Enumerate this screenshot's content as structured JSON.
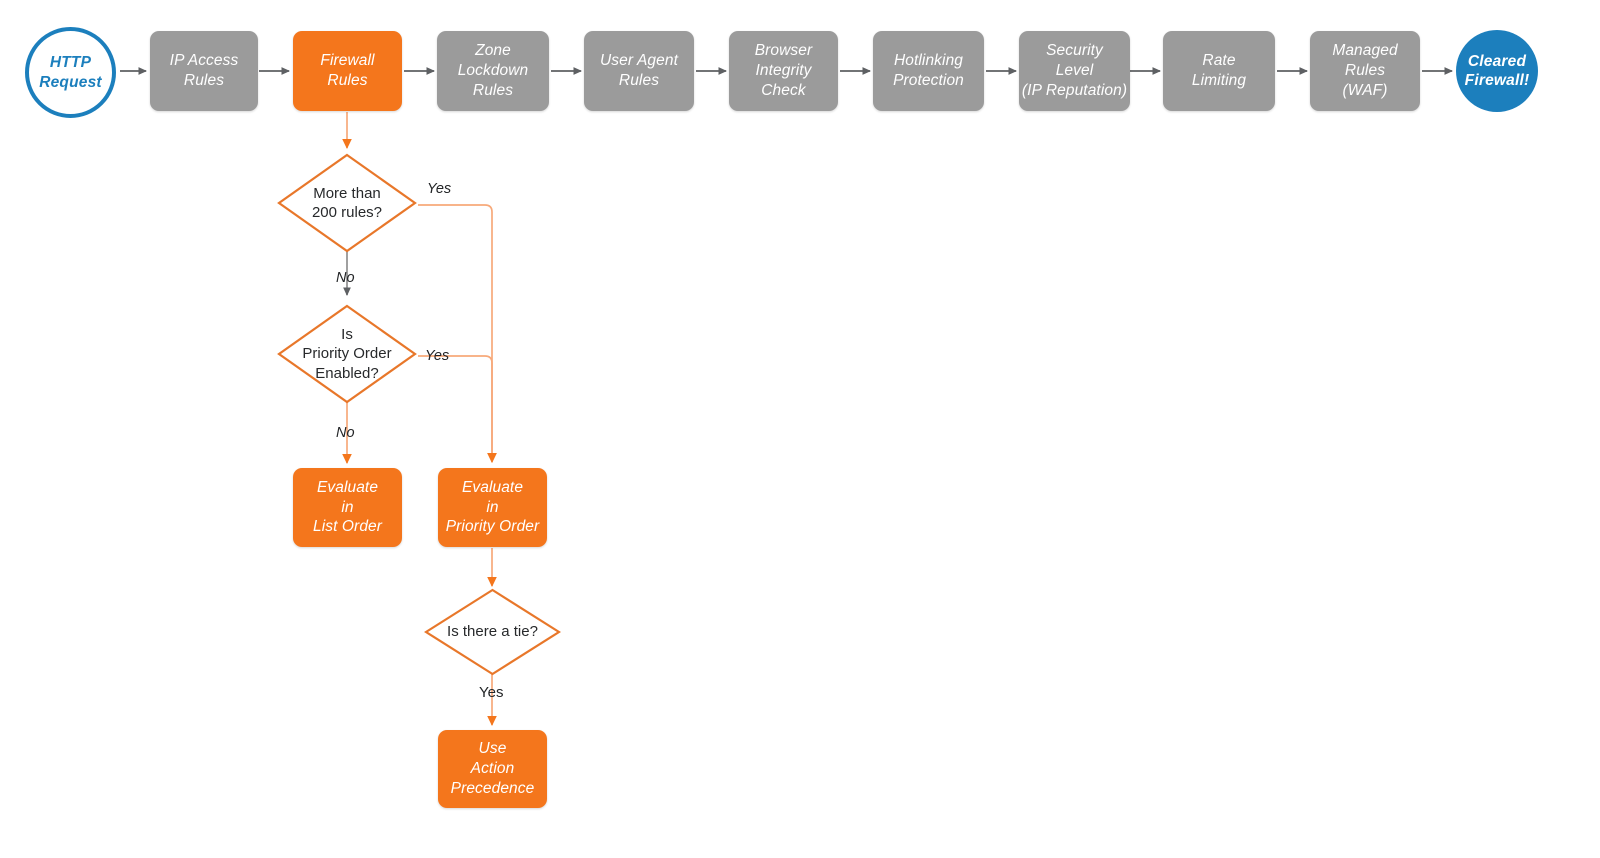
{
  "diagram": {
    "title": "Cloudflare firewall rules evaluation order flowchart",
    "colors": {
      "orange": "#F4761C",
      "orange_light": "#F7A97A",
      "gray": "#9b9b9b",
      "gray_arrow": "#5e6063",
      "blue": "#1C7FBD",
      "text_dark": "#27292b",
      "white": "#ffffff"
    }
  },
  "pipeline": {
    "start": {
      "label": "HTTP\nRequest",
      "shape": "circle-outline",
      "color": "#1C7FBD"
    },
    "stages": [
      {
        "label": "IP Access\nRules",
        "color": "#9b9b9b",
        "active": false
      },
      {
        "label": "Firewall\nRules",
        "color": "#F4761C",
        "active": true
      },
      {
        "label": "Zone\nLockdown\nRules",
        "color": "#9b9b9b",
        "active": false
      },
      {
        "label": "User Agent\nRules",
        "color": "#9b9b9b",
        "active": false
      },
      {
        "label": "Browser\nIntegrity\nCheck",
        "color": "#9b9b9b",
        "active": false
      },
      {
        "label": "Hotlinking\nProtection",
        "color": "#9b9b9b",
        "active": false
      },
      {
        "label": "Security\nLevel\n(IP Reputation)",
        "color": "#9b9b9b",
        "active": false
      },
      {
        "label": "Rate\nLimiting",
        "color": "#9b9b9b",
        "active": false
      },
      {
        "label": "Managed\nRules\n(WAF)",
        "color": "#9b9b9b",
        "active": false
      }
    ],
    "end": {
      "label": "Cleared\nFirewall!",
      "shape": "circle-filled",
      "color": "#1C7FBD"
    }
  },
  "branch": {
    "decisions": [
      {
        "id": "more-than-200-rules",
        "label": "More than\n200 rules?",
        "yes": "Yes",
        "no": "No"
      },
      {
        "id": "is-priority-order-enabled",
        "label": "Is\nPriority Order\nEnabled?",
        "yes": "Yes",
        "no": "No"
      },
      {
        "id": "is-there-a-tie",
        "label": "Is there a tie?",
        "yes": "Yes",
        "no": ""
      }
    ],
    "outcomes": [
      {
        "id": "evaluate-list-order",
        "label": "Evaluate\nin\nList Order",
        "color": "#F4761C"
      },
      {
        "id": "evaluate-priority-order",
        "label": "Evaluate\nin\nPriority Order",
        "color": "#F4761C"
      },
      {
        "id": "use-action-precedence",
        "label": "Use\nAction\nPrecedence",
        "color": "#F4761C"
      }
    ],
    "edge_labels": {
      "d1_yes": "Yes",
      "d1_no": "No",
      "d2_yes": "Yes",
      "d2_no": "No",
      "d3_yes": "Yes"
    }
  }
}
